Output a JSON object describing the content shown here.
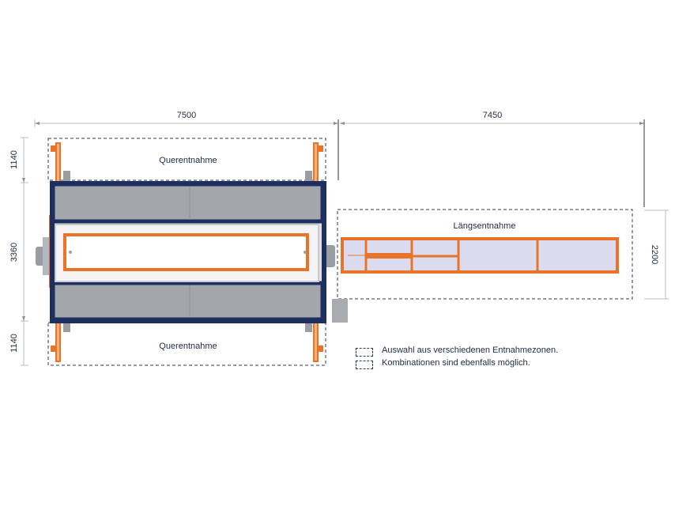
{
  "dimensions": {
    "top_left": "7500",
    "top_right": "7450",
    "left_top": "1140",
    "left_middle": "3360",
    "left_bottom": "1140",
    "right": "2200"
  },
  "zones": {
    "cross_top": "Querentnahme",
    "cross_bottom": "Querentnahme",
    "longitudinal": "Längsentnahme"
  },
  "legend": {
    "line1": "Auswahl aus verschiedenen Entnahmezonen.",
    "line2": "Kombinationen sind ebenfalls möglich."
  },
  "colors": {
    "frame": "#1c2f5e",
    "accent": "#e8742a",
    "grey": "#9a9ea3",
    "dim_line": "#b8bcc2",
    "text": "#1f2a44"
  }
}
